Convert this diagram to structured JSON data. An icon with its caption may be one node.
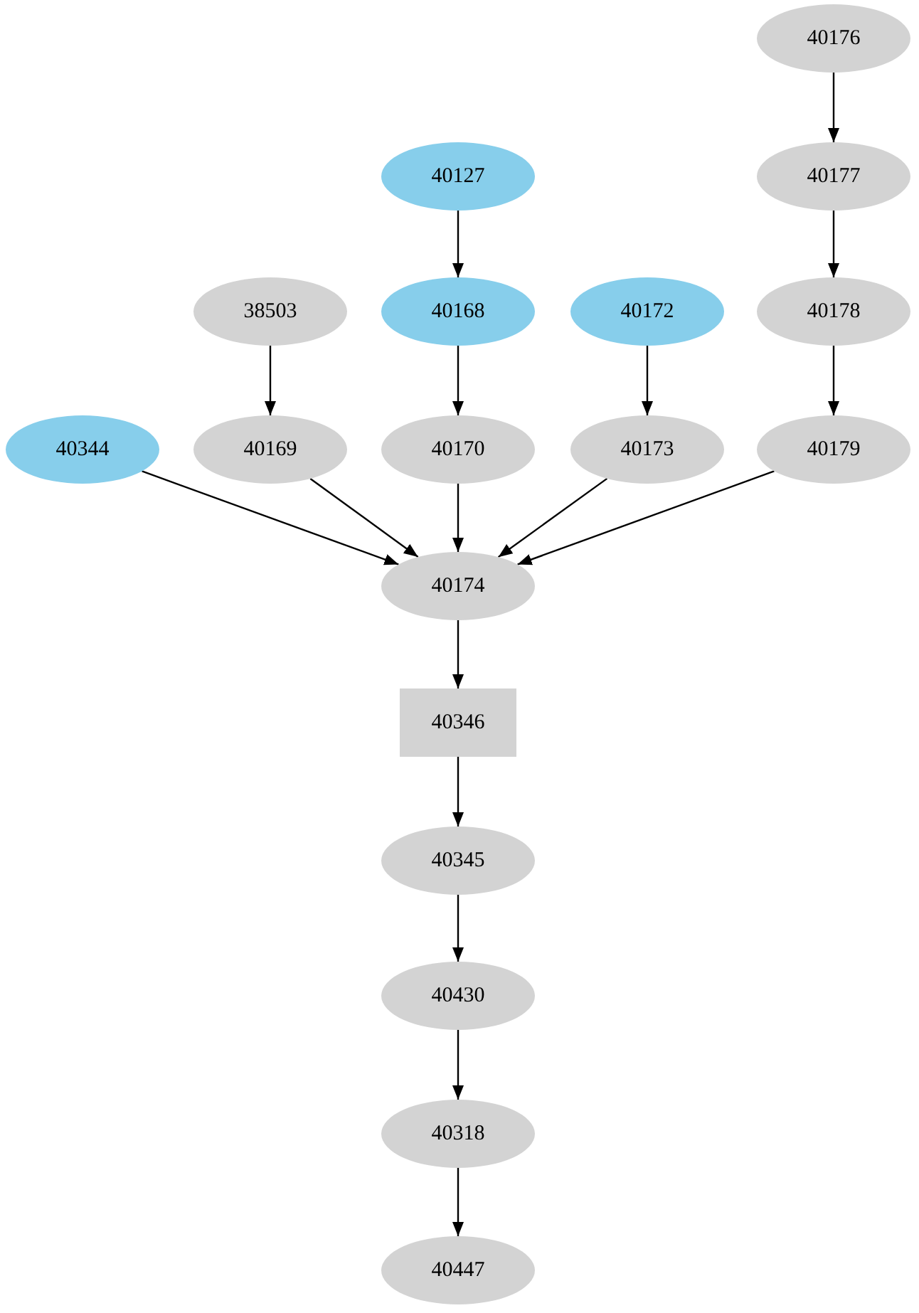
{
  "diagram": {
    "nodes": [
      {
        "text": [
          "40176"
        ]
      },
      {
        "text": [
          "40127"
        ]
      },
      {
        "text": [
          "40177"
        ]
      },
      {
        "text": [
          "38503"
        ]
      },
      {
        "text": [
          "40168"
        ]
      },
      {
        "text": [
          "40172"
        ]
      },
      {
        "text": [
          "40178"
        ]
      },
      {
        "text": [
          "40344"
        ]
      },
      {
        "text": [
          "40169"
        ]
      },
      {
        "text": [
          "40170"
        ]
      },
      {
        "text": [
          "40173"
        ]
      },
      {
        "text": [
          "40179"
        ]
      },
      {
        "text": [
          "40174"
        ]
      },
      {
        "text": [
          "40346"
        ]
      },
      {
        "text": [
          "40345"
        ]
      },
      {
        "text": [
          "40430"
        ]
      },
      {
        "text": [
          "40318"
        ]
      },
      {
        "text": [
          "40447"
        ]
      }
    ],
    "edges": [
      {
        "from": 0,
        "to": 2,
        "arrow": "to"
      },
      {
        "from": 2,
        "to": 6,
        "arrow": "to"
      },
      {
        "from": 6,
        "to": 11,
        "arrow": "to"
      },
      {
        "from": 1,
        "to": 4,
        "arrow": "to"
      },
      {
        "from": 4,
        "to": 9,
        "arrow": "to"
      },
      {
        "from": 3,
        "to": 8,
        "arrow": "to"
      },
      {
        "from": 5,
        "to": 10,
        "arrow": "to"
      },
      {
        "from": 7,
        "to": 12,
        "arrow": "to"
      },
      {
        "from": 8,
        "to": 12,
        "arrow": "to"
      },
      {
        "from": 9,
        "to": 12,
        "arrow": "to"
      },
      {
        "from": 10,
        "to": 12,
        "arrow": "to"
      },
      {
        "from": 11,
        "to": 12,
        "arrow": "to"
      },
      {
        "from": 12,
        "to": 13,
        "arrow": "to"
      },
      {
        "from": 13,
        "to": 14,
        "arrow": "to"
      },
      {
        "from": 14,
        "to": 15,
        "arrow": "to"
      },
      {
        "from": 15,
        "to": 16,
        "arrow": "to"
      },
      {
        "from": 16,
        "to": 17,
        "arrow": "to"
      }
    ]
  }
}
